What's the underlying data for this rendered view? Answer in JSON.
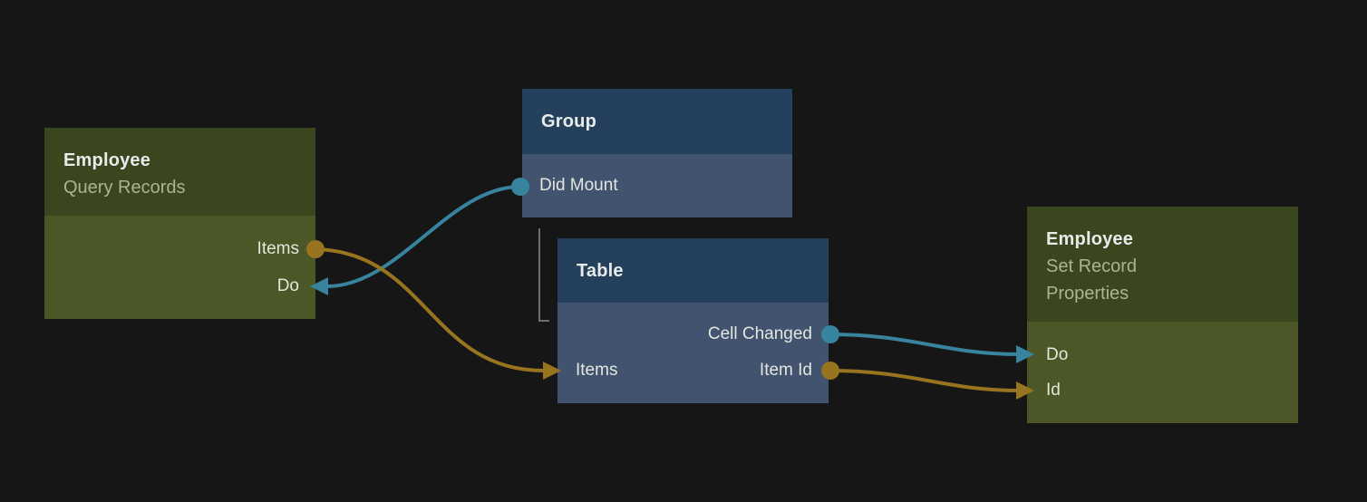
{
  "app": {
    "view": "node-graph-editor"
  },
  "colors": {
    "background": "#161617",
    "teal": "#38839E",
    "amber": "#97741D",
    "tree_line": "#6E6E6E",
    "olive_header": "#3A461D",
    "olive_body": "#4C5727",
    "navy_header": "#24405C",
    "navy_body": "#41536E",
    "title_text": "#E8EBEA",
    "subtitle_text": "#A9B593",
    "port_text": "#E2E6DE"
  },
  "nodes": [
    {
      "id": "employee-query-records",
      "title": "Employee",
      "subtitle": "Query Records",
      "ports": [
        {
          "label": "Items",
          "side": "right",
          "direction": "output",
          "color": "amber"
        },
        {
          "label": "Do",
          "side": "right",
          "direction": "input",
          "color": "teal"
        }
      ]
    },
    {
      "id": "group",
      "title": "Group",
      "ports": [
        {
          "label": "Did Mount",
          "side": "left",
          "direction": "output",
          "color": "teal"
        }
      ]
    },
    {
      "id": "table",
      "title": "Table",
      "ports": [
        {
          "label": "Cell Changed",
          "side": "right",
          "direction": "output",
          "color": "teal"
        },
        {
          "label": "Items",
          "side": "left",
          "direction": "input",
          "color": "amber"
        },
        {
          "label": "Item Id",
          "side": "right",
          "direction": "output",
          "color": "amber"
        }
      ]
    },
    {
      "id": "employee-set-record-properties",
      "title": "Employee",
      "subtitle": "Set Record Properties",
      "ports": [
        {
          "label": "Do",
          "side": "left",
          "direction": "input",
          "color": "teal"
        },
        {
          "label": "Id",
          "side": "left",
          "direction": "input",
          "color": "amber"
        }
      ]
    }
  ],
  "edges": [
    {
      "from": "Group / Did Mount",
      "to": "Employee Query Records / Do",
      "color": "teal"
    },
    {
      "from": "Employee Query Records / Items",
      "to": "Table / Items",
      "color": "amber"
    },
    {
      "from": "Table / Cell Changed",
      "to": "Employee Set Record Properties / Do",
      "color": "teal"
    },
    {
      "from": "Table / Item Id",
      "to": "Employee Set Record Properties / Id",
      "color": "amber"
    },
    {
      "from": "Group",
      "to": "Table",
      "color": "tree_line",
      "type": "hierarchy"
    }
  ]
}
